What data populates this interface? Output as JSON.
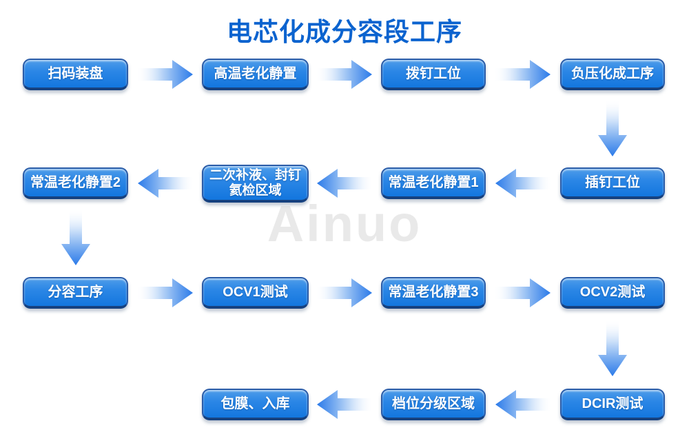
{
  "title": "电芯化成分容段工序",
  "watermark": "Ainuo",
  "colors": {
    "title_blue": "#0b63cf",
    "box_fill_top": "#4f9de9",
    "box_fill_bottom": "#1376de",
    "box_border": "#16417f",
    "box_text": "#ffffff",
    "arrow_head_blue": "#2b7ae9",
    "arrow_tail_light": "#ffffff",
    "watermark_gray": "#ececec",
    "background": "#ffffff"
  },
  "nodes": [
    {
      "id": "scan-tray",
      "label": "扫码装盘"
    },
    {
      "id": "high-temp-aging",
      "label": "高温老化静置"
    },
    {
      "id": "pull-pin-station",
      "label": "拨钉工位"
    },
    {
      "id": "vacuum-formation",
      "label": "负压化成工序"
    },
    {
      "id": "pin-insert-station",
      "label": "插钉工位"
    },
    {
      "id": "room-temp-aging-1",
      "label": "常温老化静置1"
    },
    {
      "id": "second-injection-seal-helium-check",
      "label": "二次补液、封钉\n氦检区域"
    },
    {
      "id": "room-temp-aging-2",
      "label": "常温老化静置2"
    },
    {
      "id": "capacity-grading-process",
      "label": "分容工序"
    },
    {
      "id": "ocv1-test",
      "label": "OCV1测试"
    },
    {
      "id": "room-temp-aging-3",
      "label": "常温老化静置3"
    },
    {
      "id": "ocv2-test",
      "label": "OCV2测试"
    },
    {
      "id": "dcir-test",
      "label": "DCIR测试"
    },
    {
      "id": "grade-sorting-area",
      "label": "档位分级区域"
    },
    {
      "id": "wrapping-warehousing",
      "label": "包膜、入库"
    }
  ],
  "flow_connections": [
    {
      "from": "扫码装盘",
      "to": "高温老化静置",
      "direction": "right"
    },
    {
      "from": "高温老化静置",
      "to": "拨钉工位",
      "direction": "right"
    },
    {
      "from": "拨钉工位",
      "to": "负压化成工序",
      "direction": "right"
    },
    {
      "from": "负压化成工序",
      "to": "插钉工位",
      "direction": "down"
    },
    {
      "from": "插钉工位",
      "to": "常温老化静置1",
      "direction": "left"
    },
    {
      "from": "常温老化静置1",
      "to": "二次补液、封钉氦检区域",
      "direction": "left"
    },
    {
      "from": "二次补液、封钉氦检区域",
      "to": "常温老化静置2",
      "direction": "left"
    },
    {
      "from": "常温老化静置2",
      "to": "分容工序",
      "direction": "down"
    },
    {
      "from": "分容工序",
      "to": "OCV1测试",
      "direction": "right"
    },
    {
      "from": "OCV1测试",
      "to": "常温老化静置3",
      "direction": "right"
    },
    {
      "from": "常温老化静置3",
      "to": "OCV2测试",
      "direction": "right"
    },
    {
      "from": "OCV2测试",
      "to": "DCIR测试",
      "direction": "down"
    },
    {
      "from": "DCIR测试",
      "to": "档位分级区域",
      "direction": "left"
    },
    {
      "from": "档位分级区域",
      "to": "包膜、入库",
      "direction": "left"
    }
  ]
}
